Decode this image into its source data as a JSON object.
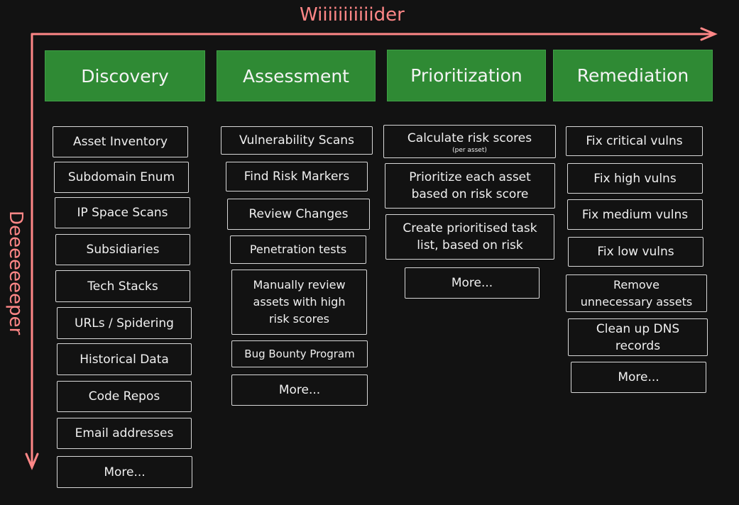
{
  "axes": {
    "horizontal_label": "Wiiiiiiiiiiider",
    "vertical_label": "Deeeeeeeper",
    "color": "#ff8787"
  },
  "header_color": "#2f8a34",
  "columns": [
    {
      "title": "Discovery",
      "items": [
        "Asset Inventory",
        "Subdomain Enum",
        "IP Space Scans",
        "Subsidiaries",
        "Tech Stacks",
        "URLs / Spidering",
        "Historical Data",
        "Code Repos",
        "Email addresses",
        "More..."
      ]
    },
    {
      "title": "Assessment",
      "items": [
        "Vulnerability Scans",
        "Find Risk Markers",
        "Review Changes",
        "Penetration tests",
        "Manually review assets with high risk scores",
        "Bug Bounty Program",
        "More..."
      ]
    },
    {
      "title": "Prioritization",
      "items": [
        "Calculate risk scores",
        "Prioritize each asset based on risk score",
        "Create prioritised task list, based on risk",
        "More..."
      ],
      "item0_note": "(per asset)"
    },
    {
      "title": "Remediation",
      "items": [
        "Fix critical vulns",
        "Fix high vulns",
        "Fix medium vulns",
        "Fix low vulns",
        "Remove unnecessary assets",
        "Clean up DNS records",
        "More..."
      ]
    }
  ]
}
